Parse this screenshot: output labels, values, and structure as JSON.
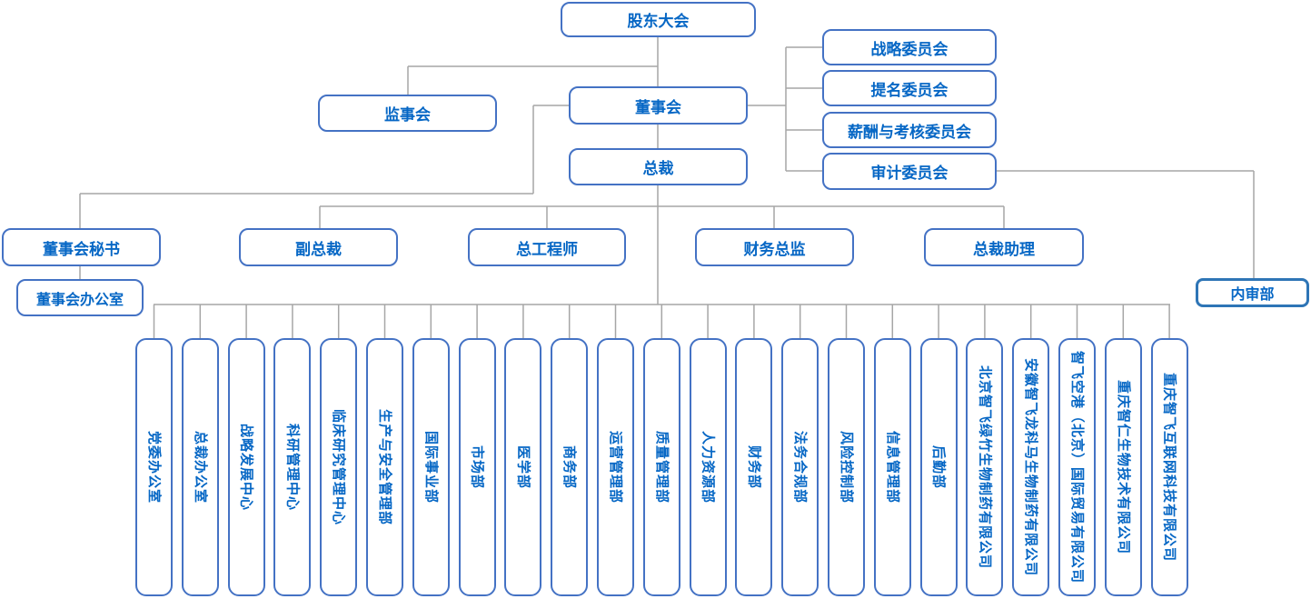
{
  "colors": {
    "box_border": "#4472C4",
    "box_text": "#0667C5",
    "connector": "#A6A6A6",
    "background": "#FFFFFF",
    "internal_audit_border": "#2E75B6"
  },
  "nodes": {
    "shareholders_meeting": {
      "label": "股东大会"
    },
    "supervisory_board": {
      "label": "监事会"
    },
    "board_of_directors": {
      "label": "董事会"
    },
    "president": {
      "label": "总裁"
    },
    "board_secretary": {
      "label": "董事会秘书"
    },
    "vice_president": {
      "label": "副总裁"
    },
    "chief_engineer": {
      "label": "总工程师"
    },
    "finance_director": {
      "label": "财务总监"
    },
    "president_assistant": {
      "label": "总裁助理"
    },
    "board_office": {
      "label": "董事会办公室"
    },
    "internal_audit_dept": {
      "label": "内审部"
    }
  },
  "committees": [
    {
      "label": "战略委员会"
    },
    {
      "label": "提名委员会"
    },
    {
      "label": "薪酬与考核委员会"
    },
    {
      "label": "审计委员会"
    }
  ],
  "departments": [
    {
      "label": "党委办公室"
    },
    {
      "label": "总裁办公室"
    },
    {
      "label": "战略发展中心"
    },
    {
      "label": "科研管理中心"
    },
    {
      "label": "临床研究管理中心"
    },
    {
      "label": "生产与安全管理部"
    },
    {
      "label": "国际事业部"
    },
    {
      "label": "市场部"
    },
    {
      "label": "医学部"
    },
    {
      "label": "商务部"
    },
    {
      "label": "运营管理部"
    },
    {
      "label": "质量管理部"
    },
    {
      "label": "人力资源部"
    },
    {
      "label": "财务部"
    },
    {
      "label": "法务合规部"
    },
    {
      "label": "风险控制部"
    },
    {
      "label": "信息管理部"
    },
    {
      "label": "后勤部"
    },
    {
      "label": "北京智飞绿竹生物制药有限公司"
    },
    {
      "label": "安徽智飞龙科马生物制药有限公司"
    },
    {
      "label": "智飞空港（北京）国际贸易有限公司"
    },
    {
      "label": "重庆智仁生物技术有限公司"
    },
    {
      "label": "重庆智飞互联网科技有限公司"
    }
  ]
}
